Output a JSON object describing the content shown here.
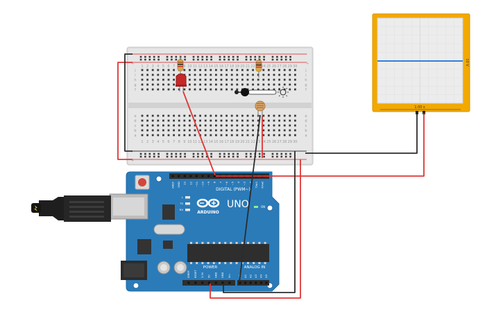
{
  "breadboard": {
    "row_letters_top": [
      "j",
      "i",
      "h",
      "g",
      "f"
    ],
    "row_letters_bottom": [
      "e",
      "d",
      "c",
      "b",
      "a"
    ],
    "column_numbers": [
      "1",
      "2",
      "3",
      "4",
      "5",
      "6",
      "7",
      "8",
      "9",
      "10",
      "11",
      "12",
      "13",
      "14",
      "15",
      "16",
      "17",
      "18",
      "19",
      "20",
      "21",
      "22",
      "23",
      "24",
      "25",
      "26",
      "27",
      "28",
      "29",
      "30"
    ],
    "rail_plus": "+",
    "rail_minus": "-"
  },
  "oscilloscope": {
    "time_label": "1.00 s",
    "volt_label": "10 V",
    "colors": {
      "frame": "#f2a900",
      "screen": "#ececec",
      "trace": "#2f7fe0"
    }
  },
  "arduino": {
    "logo_text": "ARDUINO",
    "model": "UNO",
    "digital_label": "DIGITAL (PWM~)",
    "power_label": "POWER",
    "analog_label": "ANALOG IN",
    "on_label": "ON",
    "led_labels": [
      "L",
      "TX",
      "RX"
    ],
    "digital_pins": [
      "AREF",
      "GND",
      "13",
      "12",
      "~11",
      "~10",
      "~9",
      "8",
      "7",
      "~6",
      "~5",
      "4",
      "~3",
      "2",
      "TX▸1",
      "RX◂0"
    ],
    "power_pins": [
      "IOREF",
      "RESET",
      "3.3V",
      "5V",
      "GND",
      "GND",
      "Vin"
    ],
    "analog_pins": [
      "A0",
      "A1",
      "A2",
      "A3",
      "A4",
      "A5"
    ],
    "colors": {
      "board": "#2b7bb9",
      "header": "#2e2e2e"
    }
  },
  "wire_colors": {
    "red": "#e03535",
    "black": "#2c2c2c"
  }
}
